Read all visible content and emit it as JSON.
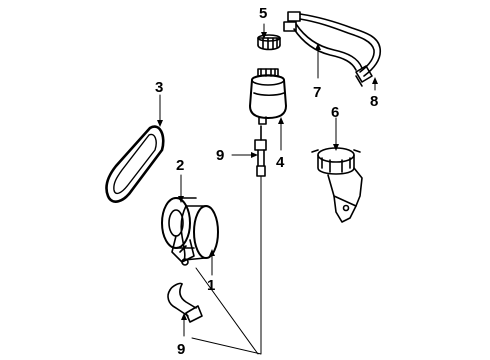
{
  "diagram": {
    "callouts": {
      "c1": "1",
      "c2": "2",
      "c3": "3",
      "c4": "4",
      "c5": "5",
      "c6": "6",
      "c7": "7",
      "c8": "8",
      "c9_upper": "9",
      "c9_lower": "9"
    }
  }
}
